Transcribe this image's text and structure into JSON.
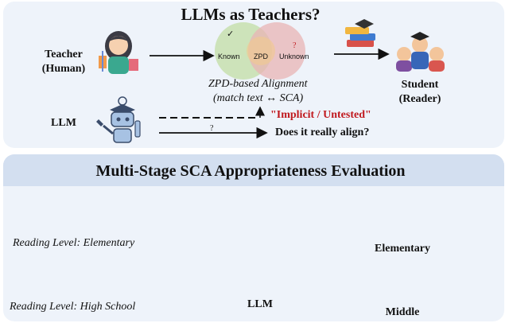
{
  "top": {
    "title": "LLMs as Teachers?",
    "teacher_label": "Teacher",
    "teacher_sub": "(Human)",
    "llm_label": "LLM",
    "venn": {
      "known": "Known",
      "zpd": "ZPD",
      "unknown": "Unknown",
      "check_mark": "✓",
      "question_mark": "?"
    },
    "zpd_alignment": "ZPD-based Alignment",
    "match_text": "(match text ↔ SCA)",
    "implicit": "\"Implicit / Untested\"",
    "question_mark": "?",
    "does_align": "Does it really align?",
    "student_label": "Student",
    "student_sub": "(Reader)"
  },
  "bottom": {
    "title": "Multi-Stage SCA Appropriateness Evaluation",
    "reading_elementary": "Reading Level: Elementary",
    "reading_high": "Reading Level: High School",
    "llm_label": "LLM",
    "elementary_label": "Elementary",
    "middle_label": "Middle"
  },
  "colors": {
    "panel_bg": "#eef3fa",
    "header_bg": "#d3dff0",
    "arrow_orange": "#f4a46c",
    "arrow_pink": "#f0928a",
    "venn_green": "#c7dfae",
    "venn_pink": "#e8b4b4",
    "implicit_red": "#c0191e",
    "check_green": "#4cc46a",
    "cross_red": "#e54848"
  },
  "icons": [
    "teacher-icon",
    "books-icon",
    "students-icon",
    "robot-icon",
    "books-fairy-icon",
    "globe-book-icon",
    "elementary-child-icon",
    "middle-child-icon",
    "check-icon",
    "cross-icon"
  ]
}
